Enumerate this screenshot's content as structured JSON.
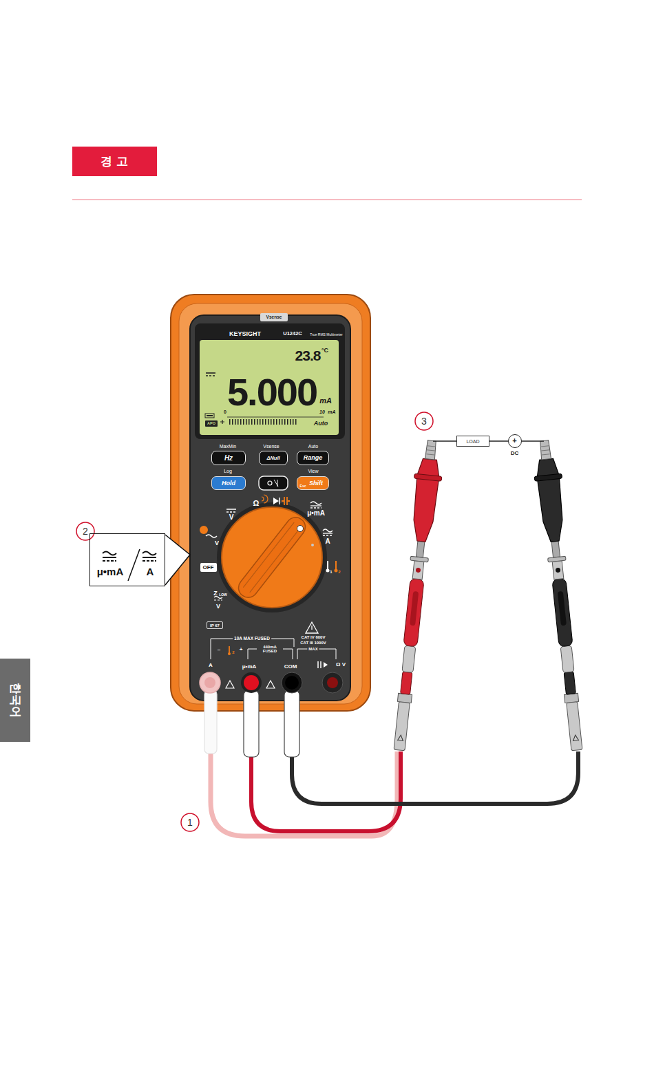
{
  "diagram": {
    "nodes": [
      {
        "text": [
          "경 고"
        ]
      },
      {
        "text": [
          "23.8",
          "°C",
          "5.000",
          "mA",
          "0",
          "10",
          "mA",
          "Auto",
          "APO"
        ]
      },
      {
        "text": [
          "Hz"
        ]
      },
      {
        "text": [
          "ΔNull"
        ]
      },
      {
        "text": [
          "Range"
        ]
      },
      {
        "text": [
          "Hold"
        ]
      },
      {
        "text": [
          "Shift",
          "Esc"
        ]
      },
      {
        "text": [
          "LOAD"
        ]
      },
      {
        "text": [
          "+",
          "DC"
        ]
      },
      {
        "text": [
          "μ•mA",
          "A"
        ]
      },
      {
        "text": [
          "OFF"
        ]
      },
      {
        "text": [
          "IP 67"
        ]
      },
      {
        "text": [
          "한국어"
        ]
      }
    ],
    "edges": [
      {
        "from": 7,
        "to": 8,
        "arrow": "none"
      }
    ],
    "labels": [
      "Vsense",
      "KEYSIGHT",
      "U1242C",
      "True RMS Multimeter",
      "MaxMin",
      "Vsense",
      "Auto",
      "Log",
      "View",
      "Ω",
      "V",
      "μ•mA",
      "V",
      "A",
      "1",
      "2",
      "Z",
      "LOW",
      "V",
      "10A MAX FUSED",
      "–",
      "2",
      "+",
      "440mA FUSED",
      "CAT IV 600V",
      "CAT III 1000V",
      "MAX",
      "A",
      "μ•mA",
      "COM",
      "Ω V",
      "1",
      "2",
      "3"
    ]
  }
}
